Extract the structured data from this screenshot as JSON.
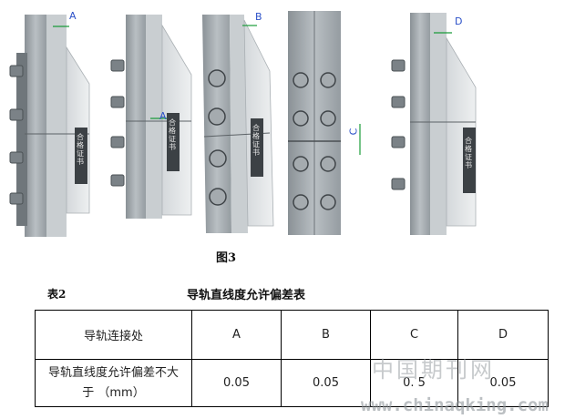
{
  "figure": {
    "caption": "图3",
    "dimension_labels": [
      "A",
      "A",
      "B",
      "C",
      "D"
    ],
    "plate_label": "合格证书"
  },
  "table": {
    "number": "表2",
    "title": "导轨直线度允许偏差表",
    "header": [
      "导轨连接处",
      "A",
      "B",
      "C",
      "D"
    ],
    "row": [
      "导轨直线度允许偏差不大于 （mm）",
      "0.05",
      "0.05",
      "0. 5",
      "0.05"
    ]
  },
  "watermark": {
    "text": "中国期刊网",
    "url": "www.chinaqking.com"
  },
  "colors": {
    "dimension_blue": "#2b50c8",
    "dimension_green": "#1a9c3a"
  }
}
